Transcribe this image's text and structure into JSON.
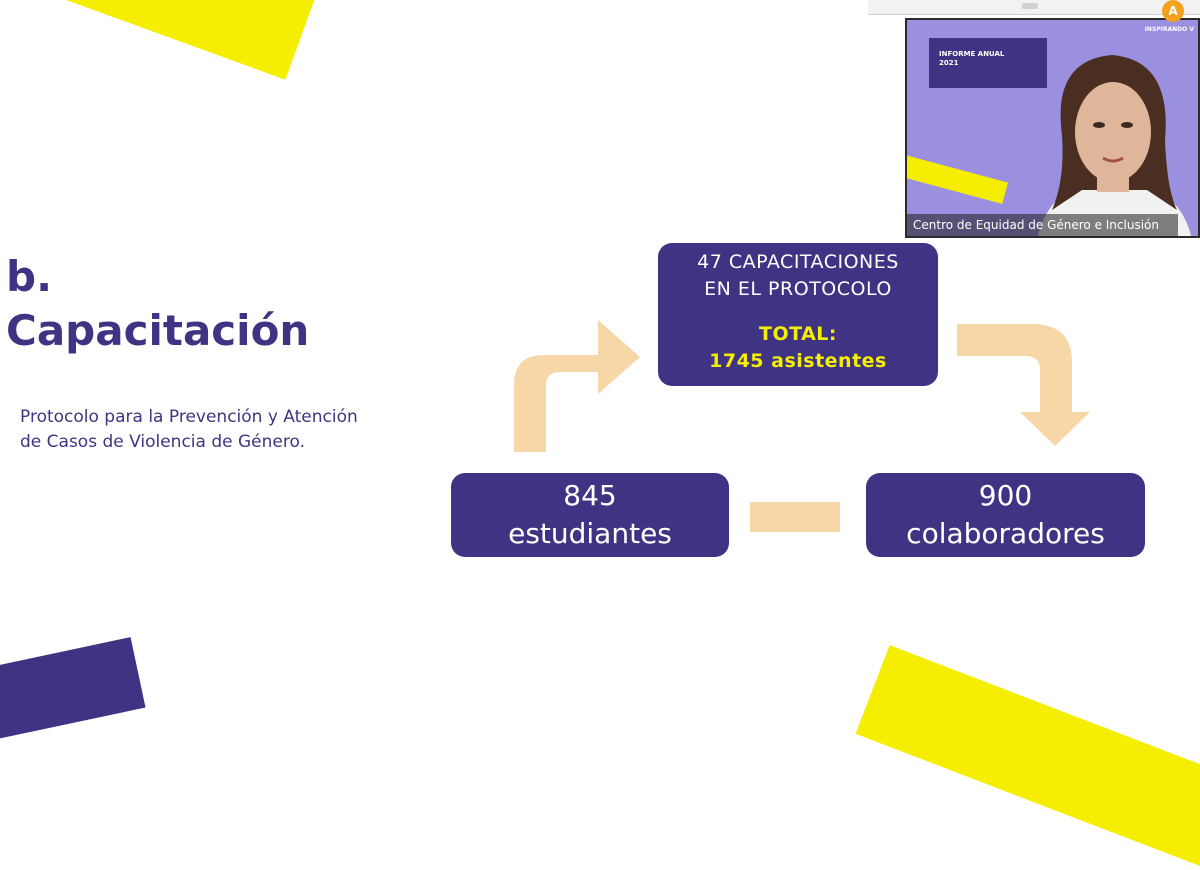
{
  "colors": {
    "brand_purple": "#3f3483",
    "accent_yellow": "#f6ee00",
    "arrow_peach": "#f7d7a8",
    "white": "#ffffff"
  },
  "slide": {
    "heading_line1": "b.",
    "heading_line2": "Capacitación",
    "subtitle_line1": "Protocolo para la Prevención y Atención",
    "subtitle_line2": "de Casos de Violencia de Género."
  },
  "flow": {
    "top_box": {
      "line1": "47 CAPACITACIONES",
      "line2": "EN EL PROTOCOLO",
      "total_label": "TOTAL:",
      "total_value": "1745 asistentes"
    },
    "left_box": {
      "number": "845",
      "label": "estudiantes"
    },
    "right_box": {
      "number": "900",
      "label": "colaboradores"
    }
  },
  "video_overlay": {
    "slide_card_line1": "INFORME ANUAL",
    "slide_card_line2": "2021",
    "corner_tag": "INSPIRANDO V",
    "badge_glyph": "A",
    "participant_name": "Centro de Equidad de Género e Inclusión"
  }
}
